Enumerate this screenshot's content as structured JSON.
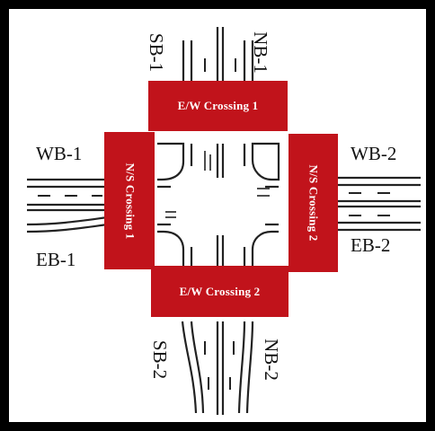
{
  "approaches": {
    "sb1": "SB-1",
    "nb1": "NB-1",
    "wb1": "WB-1",
    "eb1": "EB-1",
    "wb2": "WB-2",
    "eb2": "EB-2",
    "sb2": "SB-2",
    "nb2": "NB-2"
  },
  "crossings": {
    "ew1": "E/W Crossing 1",
    "ew2": "E/W Crossing 2",
    "ns1": "N/S Crossing 1",
    "ns2": "N/S Crossing 2"
  },
  "colors": {
    "crossing_fill": "#c1131b",
    "crossing_text": "#ffffff",
    "road_line": "#222222",
    "background": "#000000",
    "canvas": "#ffffff"
  }
}
